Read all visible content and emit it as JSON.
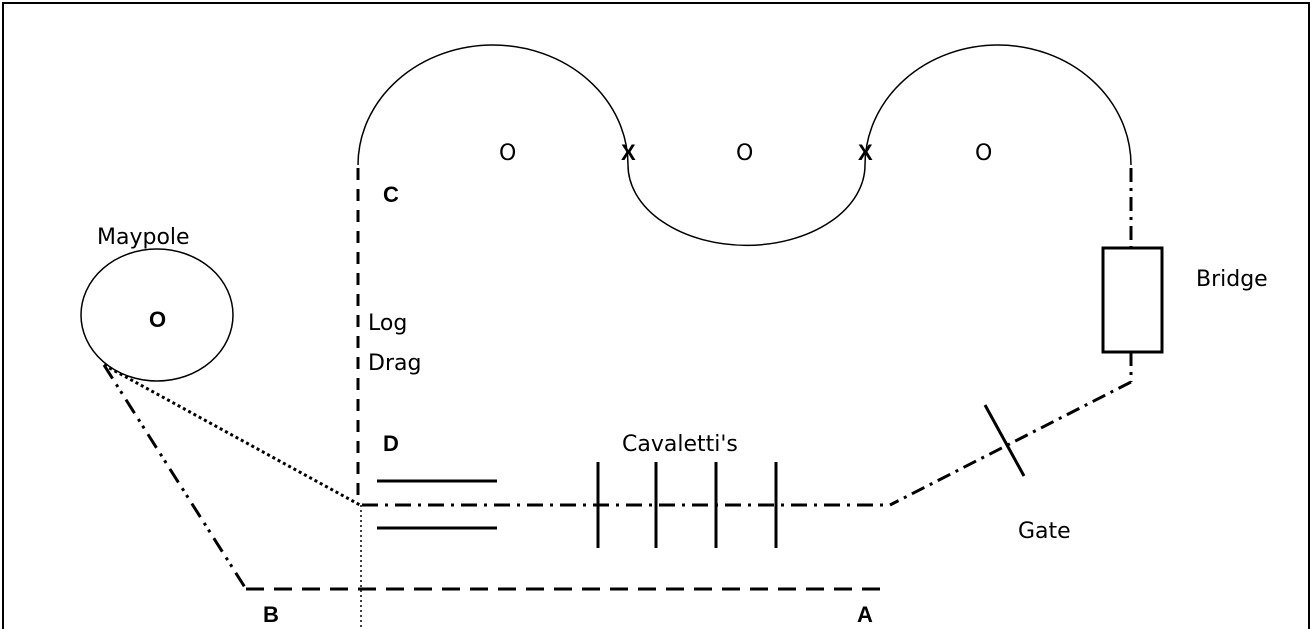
{
  "labels": {
    "maypole": "Maypole",
    "maypole_marker": "O",
    "bridge": "Bridge",
    "gate": "Gate",
    "cavaletti": "Cavaletti's",
    "log": "Log",
    "drag": "Drag",
    "point_a": "A",
    "point_b": "B",
    "point_c": "C",
    "point_d": "D",
    "cone_1": "O",
    "cone_2": "O",
    "cone_3": "O",
    "cross_1": "X",
    "cross_2": "X"
  }
}
